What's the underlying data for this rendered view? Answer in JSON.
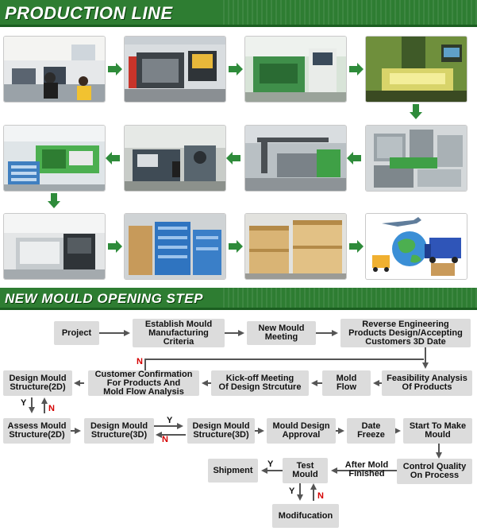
{
  "sections": {
    "production_title": "PRODUCTION LINE",
    "mould_title": "NEW MOULD OPENING STEP"
  },
  "photos": [
    "office-workstation-photo",
    "cnc-lathe-photo",
    "edm-machine-photo",
    "milling-machine-photo",
    "mould-parts-photo",
    "mould-assembly-photo",
    "grinding-machine-photo",
    "injection-machine-photo",
    "injection-moulding-line-photo",
    "packaging-boxes-photo",
    "wooden-crates-photo",
    "global-shipping-photo"
  ],
  "steps": {
    "project": "Project",
    "establish_criteria": "Establish Mould\nManufacturing\nCriteria",
    "mould_meeting": "New Mould\nMeeting",
    "reverse_engineering": "Reverse Engineering\nProducts Design/Accepting\nCustomers 3D Date",
    "design_2d_top": "Design Mould\nStructure(2D)",
    "customer_confirmation": "Customer Confirmation\nFor Products And\nMold Flow Analysis",
    "kickoff_meeting": "Kick-off Meeting\nOf Design Strcuture",
    "mold_flow": "Mold\nFlow",
    "feasibility": "Feasibility Analysis\nOf Products",
    "assess_2d": "Assess Mould\nStructure(2D)",
    "design_3d_a": "Design Mould\nStructure(3D)",
    "design_3d_b": "Design Mould\nStructure(3D)",
    "design_approval": "Mould Design\nApproval",
    "date_freeze": "Date\nFreeze",
    "start_mould": "Start To Make\nMould",
    "shipment": "Shipment",
    "test_mould": "Test\nMould",
    "control_quality": "Control Quality\nOn Process",
    "modification": "Modifucation"
  },
  "labels": {
    "n_customer": "N",
    "y_2d": "Y",
    "n_2d": "N",
    "y_3d": "Y",
    "n_3d": "N",
    "y_ship": "Y",
    "after_mold": "After Mold\nFinished",
    "y_mod": "Y",
    "n_mod": "N"
  },
  "colors": {
    "banner_green": "#2e7d32",
    "arrow_green": "#2e8b3a",
    "step_box": "#dcdcdc",
    "flow_arrow": "#555555",
    "no_label": "#d50000"
  }
}
